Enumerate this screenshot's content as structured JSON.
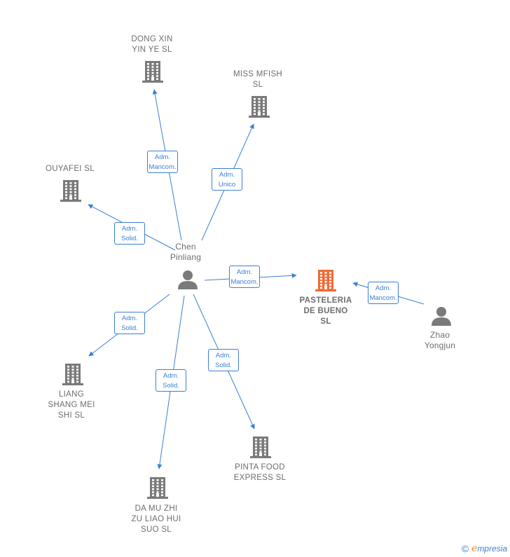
{
  "colors": {
    "edge": "#3b7fd4",
    "company": "#7a7a7a",
    "focus_company": "#f26a36",
    "person": "#7a7a7a",
    "label": "#6d6d6d"
  },
  "nodes": [
    {
      "id": "chen",
      "kind": "person",
      "icon": "person-icon",
      "lines": [
        "Chen",
        "Pinliang"
      ]
    },
    {
      "id": "zhao",
      "kind": "person",
      "icon": "person-icon",
      "lines": [
        "Zhao",
        "Yongjun"
      ]
    },
    {
      "id": "pasteleria",
      "kind": "focus-company",
      "icon": "building-icon",
      "lines": [
        "PASTELERIA",
        "DE BUENO",
        "SL"
      ]
    },
    {
      "id": "dongxin",
      "kind": "company",
      "icon": "building-icon",
      "lines": [
        "DONG XIN",
        "YIN YE SL"
      ]
    },
    {
      "id": "missmfish",
      "kind": "company",
      "icon": "building-icon",
      "lines": [
        "MISS MFISH",
        "SL"
      ]
    },
    {
      "id": "ouyafei",
      "kind": "company",
      "icon": "building-icon",
      "lines": [
        "OUYAFEI  SL"
      ]
    },
    {
      "id": "liang",
      "kind": "company",
      "icon": "building-icon",
      "lines": [
        "LIANG",
        "SHANG MEI",
        "SHI  SL"
      ]
    },
    {
      "id": "damu",
      "kind": "company",
      "icon": "building-icon",
      "lines": [
        "DA MU ZHI",
        "ZU LIAO HUI",
        "SUO  SL"
      ]
    },
    {
      "id": "pinta",
      "kind": "company",
      "icon": "building-icon",
      "lines": [
        "PINTA FOOD",
        "EXPRESS  SL"
      ]
    }
  ],
  "edges": [
    {
      "from": "chen",
      "to": "dongxin",
      "lines": [
        "Adm.",
        "Mancom."
      ]
    },
    {
      "from": "chen",
      "to": "missmfish",
      "lines": [
        "Adm.",
        "Unico"
      ]
    },
    {
      "from": "chen",
      "to": "ouyafei",
      "lines": [
        "Adm.",
        "Solid."
      ]
    },
    {
      "from": "chen",
      "to": "pasteleria",
      "lines": [
        "Adm.",
        "Mancom."
      ]
    },
    {
      "from": "zhao",
      "to": "pasteleria",
      "lines": [
        "Adm.",
        "Mancom."
      ]
    },
    {
      "from": "chen",
      "to": "liang",
      "lines": [
        "Adm.",
        "Solid."
      ]
    },
    {
      "from": "chen",
      "to": "damu",
      "lines": [
        "Adm.",
        "Solid."
      ]
    },
    {
      "from": "chen",
      "to": "pinta",
      "lines": [
        "Adm.",
        "Solid."
      ]
    }
  ],
  "brand": {
    "copyright": "©",
    "e": "e",
    "word": "mpresia"
  }
}
